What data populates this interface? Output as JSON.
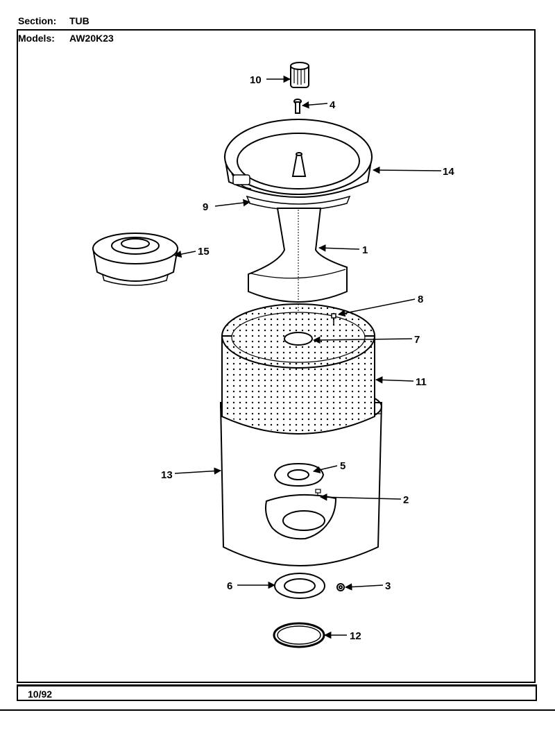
{
  "header": {
    "section_label": "Section:",
    "section_value": "TUB",
    "models_label": "Models:",
    "models_value": "AW20K23"
  },
  "footer": {
    "date": "10/92"
  },
  "callouts": [
    "1",
    "2",
    "3",
    "4",
    "5",
    "6",
    "7",
    "8",
    "9",
    "10",
    "11",
    "12",
    "13",
    "14",
    "15"
  ]
}
